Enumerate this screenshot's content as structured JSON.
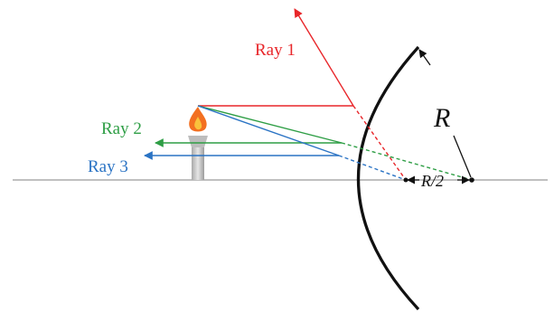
{
  "labels": {
    "ray1": "Ray 1",
    "ray2": "Ray 2",
    "ray3": "Ray 3",
    "radius": "R",
    "focal_distance": "R/2"
  },
  "colors": {
    "ray1": "#e8262a",
    "ray2": "#2e9e45",
    "ray3": "#2a73c4",
    "axis": "#9a9a9a",
    "mirror": "#111111",
    "flame_outer": "#f37021",
    "flame_inner": "#f9c23c",
    "candle": "#c8c8c8"
  },
  "icons": {
    "object": "candle-icon"
  }
}
